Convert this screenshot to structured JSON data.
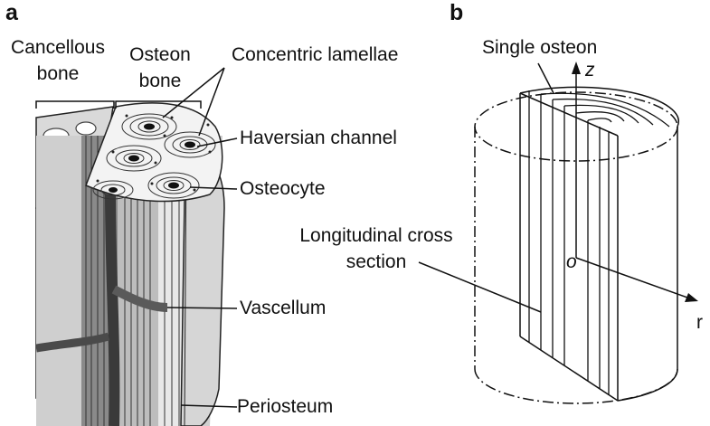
{
  "panel_a": {
    "letter": "a",
    "labels": {
      "cancellous_line1": "Cancellous",
      "cancellous_line2": "bone",
      "osteon_line1": "Osteon",
      "osteon_line2": "bone",
      "concentric_lamellae": "Concentric lamellae",
      "haversian_channel": "Haversian channel",
      "osteocyte": "Osteocyte",
      "vascellum": "Vascellum",
      "periosteum": "Periosteum"
    }
  },
  "panel_b": {
    "letter": "b",
    "labels": {
      "single_osteon": "Single osteon",
      "longitudinal_line1": "Longitudinal cross",
      "longitudinal_line2": "section",
      "axis_z": "z",
      "axis_r": "r",
      "origin": "o"
    }
  }
}
